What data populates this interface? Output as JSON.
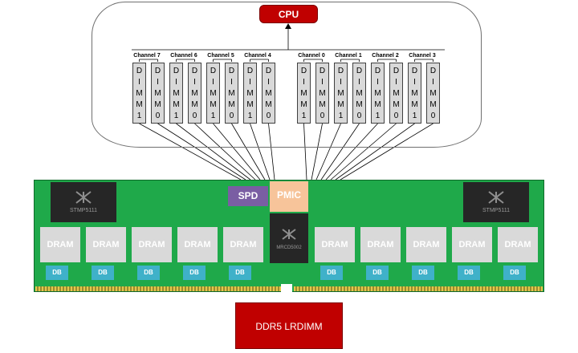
{
  "cpu": {
    "label": "CPU"
  },
  "channels": [
    {
      "name": "Channel 7",
      "dimms": [
        "DIMM1",
        "DIMM0"
      ]
    },
    {
      "name": "Channel 6",
      "dimms": [
        "DIMM1",
        "DIMM0"
      ]
    },
    {
      "name": "Channel 5",
      "dimms": [
        "DIMM1",
        "DIMM0"
      ]
    },
    {
      "name": "Channel 4",
      "dimms": [
        "DIMM1",
        "DIMM0"
      ]
    },
    {
      "name": "Channel 0",
      "dimms": [
        "DIMM1",
        "DIMM0"
      ]
    },
    {
      "name": "Channel 1",
      "dimms": [
        "DIMM1",
        "DIMM0"
      ]
    },
    {
      "name": "Channel 2",
      "dimms": [
        "DIMM1",
        "DIMM0"
      ]
    },
    {
      "name": "Channel 3",
      "dimms": [
        "DIMM1",
        "DIMM0"
      ]
    }
  ],
  "module": {
    "spd": "SPD",
    "pmic": "PMIC",
    "rcd": "MRCD5002",
    "db_controller_left": "STMP5111",
    "db_controller_right": "STMP5111",
    "dram_label": "DRAM",
    "db_label": "DB",
    "dram_count": 10
  },
  "product_label": "DDR5 LRDIMM",
  "colors": {
    "cpu": "#c00000",
    "board": "#1fa94a",
    "dimm": "#d9d9d9",
    "spd": "#7a5ea3",
    "pmic": "#f7c49a",
    "db": "#3fb1c9",
    "chip": "#262626"
  }
}
